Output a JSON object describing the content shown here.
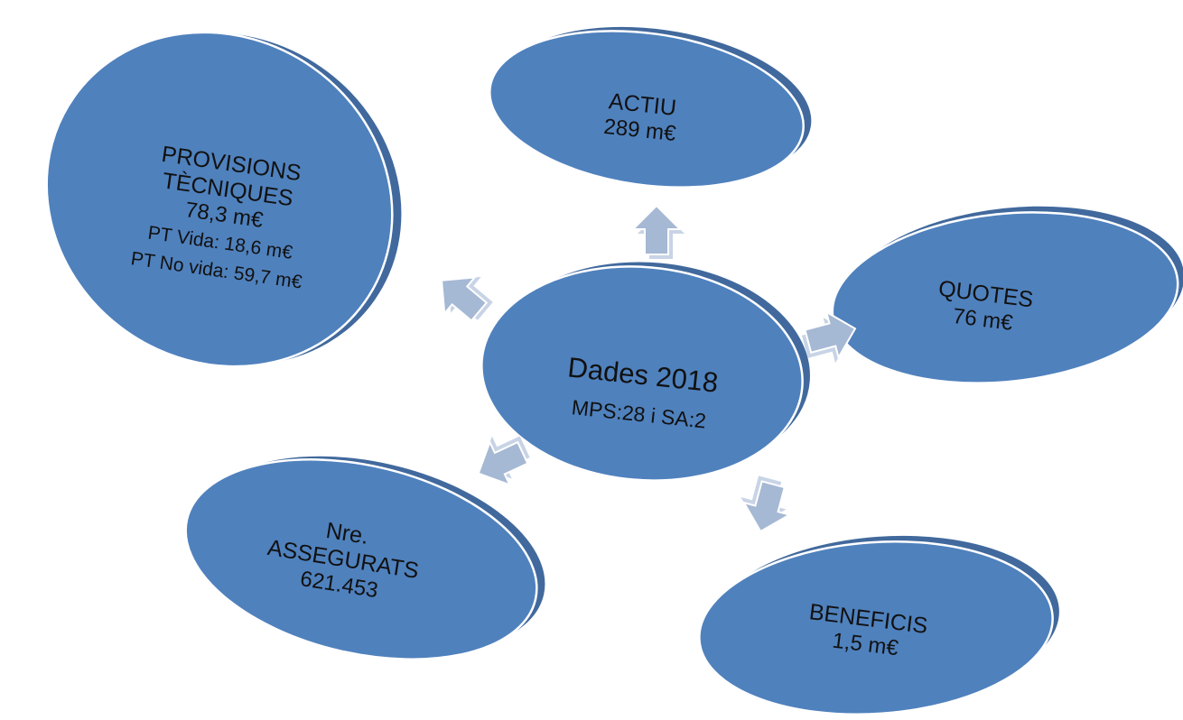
{
  "diagram": {
    "center": {
      "title": "Dades 2018",
      "subtitle": "MPS:28 i SA:2"
    },
    "nodes": {
      "provisions": {
        "title_line1": "PROVISIONS",
        "title_line2": "TÈCNIQUES",
        "value": "78,3 m€",
        "detail1": "PT Vida: 18,6 m€",
        "detail2": "PT No vida: 59,7 m€"
      },
      "actiu": {
        "title": "ACTIU",
        "value": "289 m€"
      },
      "quotes": {
        "title": "QUOTES",
        "value": "76 m€"
      },
      "assegurats": {
        "title_line1": "Nre.",
        "title_line2": "ASSEGURATS",
        "value": "621.453"
      },
      "beneficis": {
        "title": "BENEFICIS",
        "value": "1,5 m€"
      }
    }
  },
  "colors": {
    "ellipse_fill": "#4f81bd",
    "ellipse_rim": "#41699d",
    "ellipse_edge": "#ffffff",
    "arrow_fill": "#a5b8d4",
    "text": "#111111"
  }
}
